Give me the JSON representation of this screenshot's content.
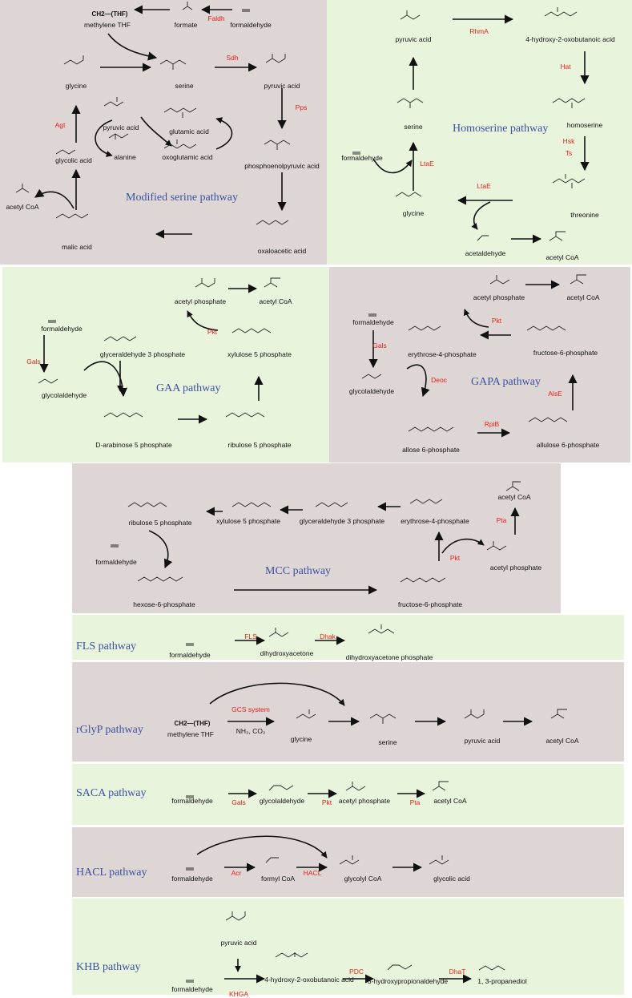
{
  "colors": {
    "grey_panel": "#ddd6d4",
    "green_panel": "#e9f4dc",
    "title": "#3b52a3",
    "enzyme": "#e8221c",
    "text": "#111111"
  },
  "serine": {
    "title": "Modified serine pathway",
    "c": {
      "methylene_thf": "methylene THF",
      "thf_symbol": "CH2—(THF)",
      "formate": "formate",
      "formaldehyde": "formaldehyde",
      "glycine": "glycine",
      "serine": "serine",
      "pyruvic": "pyruvic acid",
      "pyruvic2": "pyruvic acid",
      "glutamic": "glutamic acid",
      "alanine": "alanine",
      "oxoglutamic": "oxoglutamic acid",
      "glycolic": "glycolic acid",
      "pep": "phosphoenolpyruvic acid",
      "acetylcoa": "acetyl CoA",
      "malic": "malic acid",
      "oxaloacetic": "oxaloacetic acid"
    },
    "e": {
      "faldh": "Faldh",
      "sdh": "Sdh",
      "pps": "Pps",
      "agt": "Agt"
    }
  },
  "homoserine": {
    "title": "Homoserine pathway",
    "c": {
      "pyruvic": "pyruvic acid",
      "hob": "4-hydroxy-2-oxobutanoic acid",
      "serine": "serine",
      "homoserine": "homoserine",
      "formaldehyde": "formaldehyde",
      "glycine": "glycine",
      "threonine": "threonine",
      "acetaldehyde": "acetaldehyde",
      "acetylcoa": "acetyl CoA"
    },
    "e": {
      "rhma": "RhmA",
      "hat": "Hat",
      "hsk": "Hsk",
      "ts": "Ts",
      "ltae1": "LtaE",
      "ltae2": "LtaE"
    }
  },
  "gaa": {
    "title": "GAA pathway",
    "c": {
      "acetylp": "acetyl phosphate",
      "acetylcoa": "acetyl CoA",
      "formaldehyde": "formaldehyde",
      "g3p": "glyceraldehyde 3 phosphate",
      "xu5p": "xylulose 5 phosphate",
      "glycolaldehyde": "glycolaldehyde",
      "da5p": "D-arabinose 5 phosphate",
      "ru5p": "ribulose 5 phosphate"
    },
    "e": {
      "pkt": "Pkt",
      "gals": "Gals"
    }
  },
  "gapa": {
    "title": "GAPA pathway",
    "c": {
      "acetylp": "acetyl phosphate",
      "acetylcoa": "acetyl CoA",
      "formaldehyde": "formaldehyde",
      "e4p": "erythrose-4-phosphate",
      "f6p": "fructose-6-phosphate",
      "glycolaldehyde": "glycolaldehyde",
      "allose": "allose 6-phosphate",
      "allulose": "allulose 6-phosphate"
    },
    "e": {
      "pkt": "Pkt",
      "gals": "Gals",
      "deoc": "Deoc",
      "rpib": "RpiB",
      "alse": "AlsE"
    }
  },
  "mcc": {
    "title": "MCC pathway",
    "c": {
      "acetylcoa": "acetyl CoA",
      "ru5p": "ribulose 5 phosphate",
      "xu5p": "xylulose 5 phosphate",
      "g3p": "glyceraldehyde 3 phosphate",
      "e4p": "erythrose-4-phosphate",
      "formaldehyde": "formaldehyde",
      "acetylp": "acetyl phosphate",
      "h6p": "hexose-6-phosphate",
      "f6p": "fructose-6-phosphate"
    },
    "e": {
      "pta": "Pta",
      "pkt": "Pkt"
    }
  },
  "fls": {
    "title": "FLS pathway",
    "c": {
      "formaldehyde": "formaldehyde",
      "dha": "dihydroxyacetone",
      "dhap": "dihydroxyacetone phosphate"
    },
    "e": {
      "fls": "FLS",
      "dhak": "Dhak"
    }
  },
  "rglyp": {
    "title": "rGlyP pathway",
    "c": {
      "thf_symbol": "CH2—(THF)",
      "methylene_thf": "methylene THF",
      "nh3co2": "NH₃, CO₂",
      "glycine": "glycine",
      "serine": "serine",
      "pyruvic": "pyruvic acid",
      "acetylcoa": "acetyl CoA"
    },
    "e": {
      "gcs": "GCS system"
    }
  },
  "saca": {
    "title": "SACA pathway",
    "c": {
      "formaldehyde": "formaldehyde",
      "glycolaldehyde": "glycolaldehyde",
      "acetylp": "acetyl phosphate",
      "acetylcoa": "acetyl CoA"
    },
    "e": {
      "gals": "Gals",
      "pkt": "Pkt",
      "pta": "Pta"
    }
  },
  "hacl": {
    "title": "HACL pathway",
    "c": {
      "formaldehyde": "formaldehyde",
      "formylcoa": "formyl CoA",
      "glycolylcoa": "glycolyl CoA",
      "glycolic": "glycolic acid"
    },
    "e": {
      "acr": "Acr",
      "hacl": "HACL"
    }
  },
  "khb": {
    "title": "KHB pathway",
    "c": {
      "pyruvic": "pyruvic acid",
      "formaldehyde": "formaldehyde",
      "hob": "4-hydroxy-2-oxobutanoic acid",
      "hpa": "3-hydroxypropionaldehyde",
      "pdo": "1, 3-propanediol"
    },
    "e": {
      "khga": "KHGA",
      "pdc": "PDC",
      "dhat": "DhaT"
    }
  }
}
